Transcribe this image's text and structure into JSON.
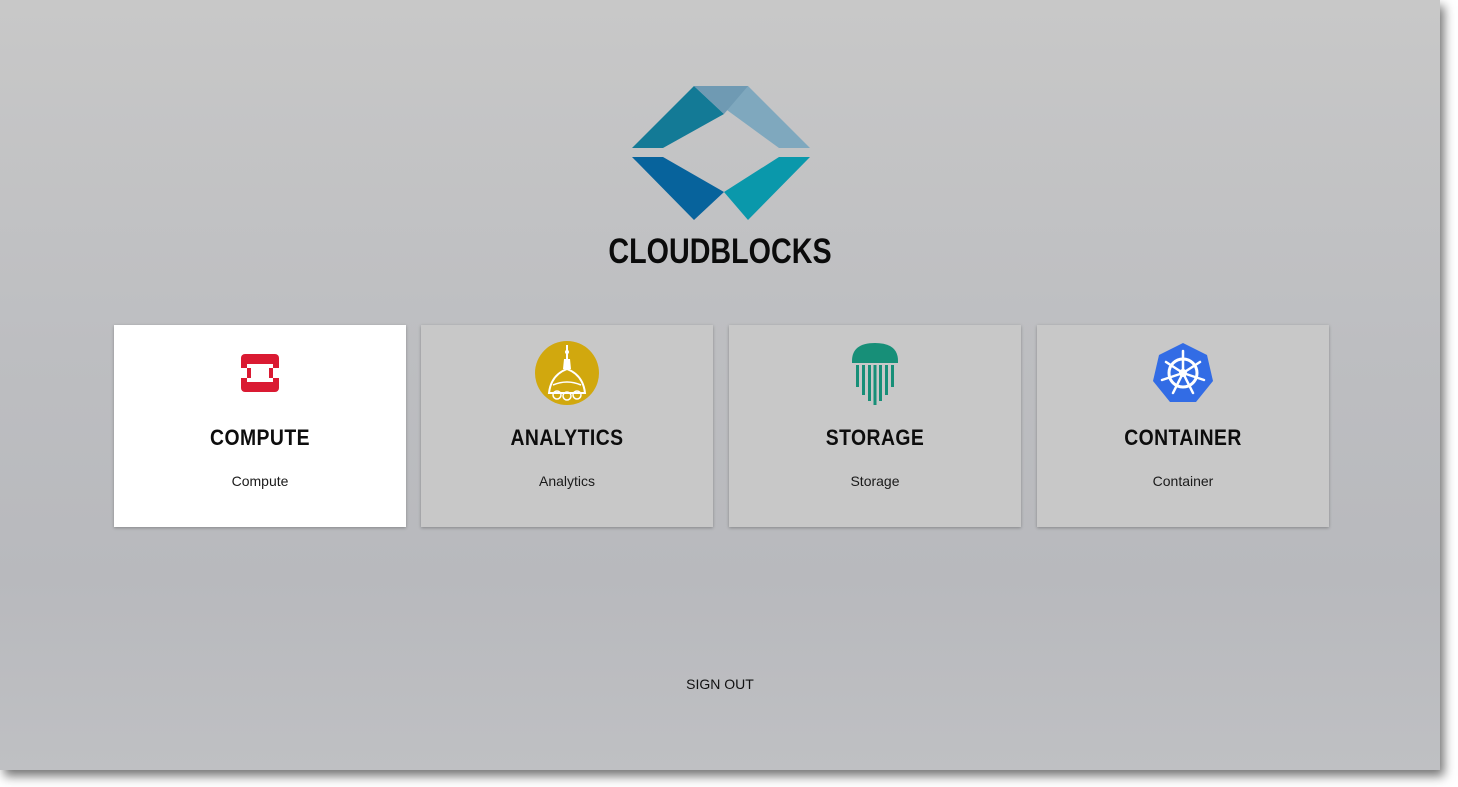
{
  "app": {
    "brand": "CLOUDBLOCKS",
    "logo_colors": [
      "#137a96",
      "#7fa8be",
      "#07639c",
      "#0a98ab"
    ]
  },
  "cards": [
    {
      "title": "COMPUTE",
      "subtitle": "Compute",
      "icon": "openstack-icon",
      "active": true,
      "icon_color": "#da1a32"
    },
    {
      "title": "ANALYTICS",
      "subtitle": "Analytics",
      "icon": "analytics-dome-icon",
      "active": false,
      "icon_color": "#d1a80e"
    },
    {
      "title": "STORAGE",
      "subtitle": "Storage",
      "icon": "jellyfish-icon",
      "active": false,
      "icon_color": "#178f78"
    },
    {
      "title": "CONTAINER",
      "subtitle": "Container",
      "icon": "kubernetes-icon",
      "active": false,
      "icon_color": "#326ce5"
    }
  ],
  "footer": {
    "signout_label": "SIGN OUT"
  }
}
